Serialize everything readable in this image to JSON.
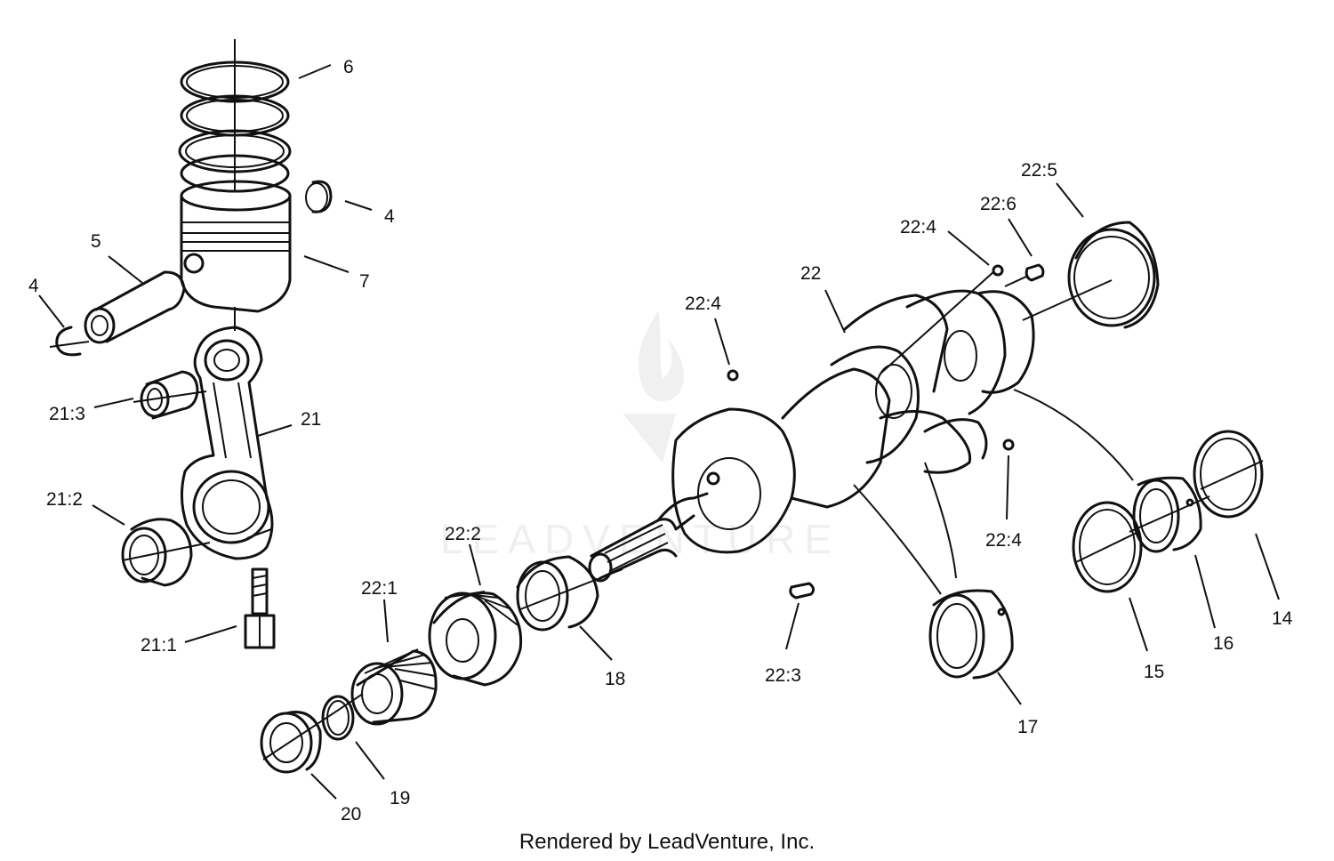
{
  "callouts": {
    "p6": "6",
    "p4a": "4",
    "p4b": "4",
    "p5": "5",
    "p7": "7",
    "p21_3": "21:3",
    "p21": "21",
    "p21_2": "21:2",
    "p21_1": "21:1",
    "p22_2": "22:2",
    "p22_1": "22:1",
    "p18": "18",
    "p20": "20",
    "p19": "19",
    "p22_4a": "22:4",
    "p22_4b": "22:4",
    "p22_4c": "22:4",
    "p22_6": "22:6",
    "p22_5": "22:5",
    "p22": "22",
    "p22_3": "22:3",
    "p17": "17",
    "p15": "15",
    "p16": "16",
    "p14": "14"
  },
  "footer": {
    "credit": "Rendered by LeadVenture, Inc."
  },
  "watermark": {
    "text": "LEADVENTURE"
  }
}
